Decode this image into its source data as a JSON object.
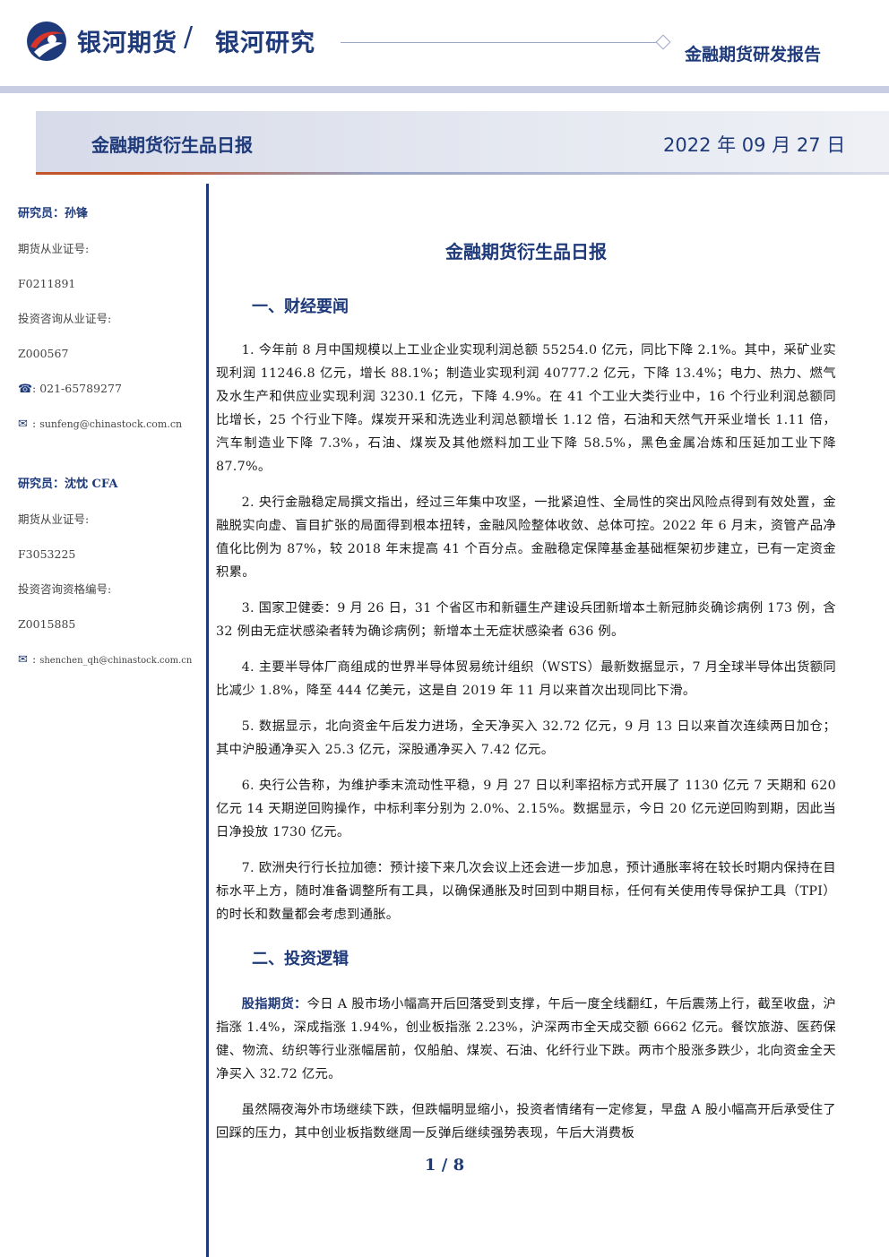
{
  "header": {
    "brand": "银河期货",
    "slash": "/",
    "brand_sub": "银河研究",
    "report_type": "金融期货研发报告"
  },
  "title_bar": {
    "title": "金融期货衍生品日报",
    "date": "2022 年 09 月 27 日"
  },
  "sidebar": {
    "analysts": [
      {
        "name": "研究员：孙锋",
        "license_label": "期货从业证号:",
        "license": "F0211891",
        "consult_label": "投资咨询从业证号:",
        "consult": "Z000567",
        "phone": "021-65789277",
        "email": "sunfeng@chinastock.com.cn"
      },
      {
        "name": "研究员：沈忱 CFA",
        "license_label": "期货从业证号:",
        "license": "F3053225",
        "consult_label": "投资咨询资格编号:",
        "consult": "Z0015885",
        "email": "shenchen_qh@chinastock.com.cn"
      }
    ]
  },
  "doc_title": "金融期货衍生品日报",
  "sections": [
    {
      "title": "一、财经要闻",
      "paragraphs": [
        "1. 今年前 8 月中国规模以上工业企业实现利润总额 55254.0 亿元，同比下降 2.1%。其中，采矿业实现利润 11246.8 亿元，增长 88.1%；制造业实现利润 40777.2 亿元，下降 13.4%；电力、热力、燃气及水生产和供应业实现利润 3230.1 亿元，下降 4.9%。在 41 个工业大类行业中，16 个行业利润总额同比增长，25 个行业下降。煤炭开采和洗选业利润总额增长 1.12 倍，石油和天然气开采业增长 1.11 倍，汽车制造业下降 7.3%，石油、煤炭及其他燃料加工业下降 58.5%，黑色金属冶炼和压延加工业下降 87.7%。",
        "2. 央行金融稳定局撰文指出，经过三年集中攻坚，一批紧迫性、全局性的突出风险点得到有效处置，金融脱实向虚、盲目扩张的局面得到根本扭转，金融风险整体收敛、总体可控。2022 年 6 月末，资管产品净值化比例为 87%，较 2018 年末提高 41 个百分点。金融稳定保障基金基础框架初步建立，已有一定资金积累。",
        "3. 国家卫健委：9 月 26 日，31 个省区市和新疆生产建设兵团新增本土新冠肺炎确诊病例 173 例，含 32 例由无症状感染者转为确诊病例；新增本土无症状感染者 636 例。",
        "4. 主要半导体厂商组成的世界半导体贸易统计组织（WSTS）最新数据显示，7 月全球半导体出货额同比减少 1.8%，降至 444 亿美元，这是自 2019 年 11 月以来首次出现同比下滑。",
        "5. 数据显示，北向资金午后发力进场，全天净买入 32.72 亿元，9 月 13 日以来首次连续两日加仓；其中沪股通净买入 25.3 亿元，深股通净买入 7.42 亿元。",
        "6. 央行公告称，为维护季末流动性平稳，9 月 27 日以利率招标方式开展了 1130 亿元 7 天期和 620 亿元 14 天期逆回购操作，中标利率分别为 2.0%、2.15%。数据显示，今日 20 亿元逆回购到期，因此当日净投放 1730 亿元。",
        "7. 欧洲央行行长拉加德：预计接下来几次会议上还会进一步加息，预计通胀率将在较长时期内保持在目标水平上方，随时准备调整所有工具，以确保通胀及时回到中期目标，任何有关使用传导保护工具（TPI）的时长和数量都会考虑到通胀。"
      ]
    },
    {
      "title": "二、投资逻辑",
      "lead": "股指期货：",
      "paragraphs": [
        "今日 A 股市场小幅高开后回落受到支撑，午后一度全线翻红，午后震荡上行，截至收盘，沪指涨 1.4%，深成指涨 1.94%，创业板指涨 2.23%，沪深两市全天成交额 6662 亿元。餐饮旅游、医药保健、物流、纺织等行业涨幅居前，仅船舶、煤炭、石油、化纤行业下跌。两市个股涨多跌少，北向资金全天净买入 32.72 亿元。",
        "虽然隔夜海外市场继续下跌，但跌幅明显缩小，投资者情绪有一定修复，早盘 A 股小幅高开后承受住了回踩的压力，其中创业板指数继周一反弹后继续强势表现，午后大消费板"
      ]
    }
  ],
  "page": {
    "current": "1",
    "sep": "/",
    "total": "8"
  }
}
